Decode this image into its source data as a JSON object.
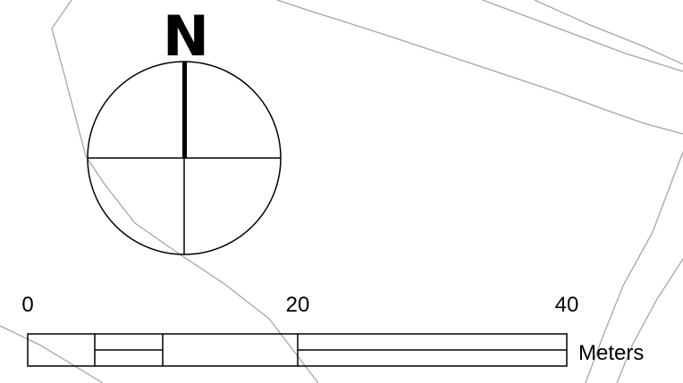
{
  "map": {
    "north_arrow": {
      "label": "N"
    },
    "scale_bar": {
      "labels": [
        "0",
        "20",
        "40"
      ],
      "unit": "Meters"
    },
    "colors": {
      "background": "#ffffff",
      "boundary_lines": "#a6a6a6",
      "symbol_lines": "#000000"
    }
  }
}
